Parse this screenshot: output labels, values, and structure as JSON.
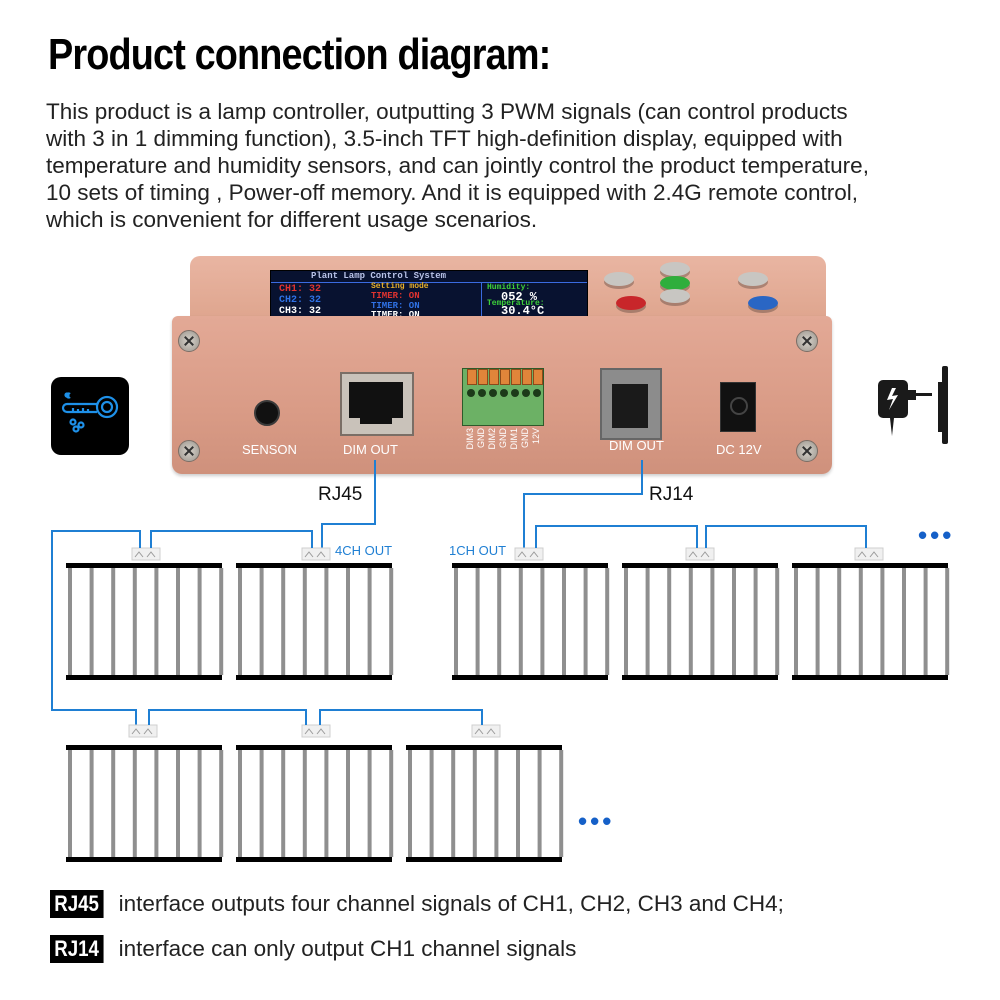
{
  "title": "Product connection diagram:",
  "intro_lines": [
    "This product is a lamp controller, outputting 3 PWM signals (can control products",
    "with 3 in 1 dimming function), 3.5-inch TFT high-definition display, equipped with",
    "temperature and humidity sensors, and can jointly control the product temperature,",
    "10 sets of timing , Power-off memory. And it is equipped with 2.4G remote control,",
    "which is convenient for different usage scenarios."
  ],
  "device": {
    "screen": {
      "header": "Plant Lamp Control System",
      "ch1": "CH1: 32",
      "ch2": "CH2: 32",
      "ch3": "CH3: 32",
      "mode": "Setting mode",
      "timer1": "TIMER: ON",
      "timer2": "TIMER: ON",
      "timer3": "TIMER: ON",
      "humidity_label": "Humidity:",
      "humidity_value": "052 %",
      "temperature_label": "Temperature:",
      "temperature_value": "30.4°C"
    },
    "buttons": [
      {
        "name": "gray-button-1",
        "color": "#c8c6c2"
      },
      {
        "name": "gray-button-top",
        "color": "#c8c6c2"
      },
      {
        "name": "green-button",
        "color": "#2fae3c"
      },
      {
        "name": "gray-button-mid",
        "color": "#c8c6c2"
      },
      {
        "name": "gray-button-right",
        "color": "#c8c6c2"
      },
      {
        "name": "red-button",
        "color": "#c8262a"
      },
      {
        "name": "blue-button",
        "color": "#2a66c4"
      }
    ],
    "ports": {
      "sensor": "SENSON",
      "rj45": "DIM OUT",
      "rj14": "DIM OUT",
      "dc": "DC  12V",
      "terminal_pins": [
        "DIM3",
        "GND",
        "DIM2",
        "GND",
        "DIM1",
        "GND",
        "12V"
      ]
    }
  },
  "icons": {
    "sensor": "thermometer-humidity-icon",
    "power": "power-adapter-icon"
  },
  "diagram": {
    "rj45_label": "RJ45",
    "rj14_label": "RJ14",
    "out_4ch": "4CH OUT",
    "out_1ch": "1CH OUT",
    "ellipsis": "•••",
    "line_color": "#1f7fd3"
  },
  "notes": [
    {
      "badge": "RJ45",
      "text": "interface outputs four channel signals of CH1, CH2, CH3 and CH4;"
    },
    {
      "badge": "RJ14",
      "text": "interface can only output CH1 channel signals"
    }
  ]
}
